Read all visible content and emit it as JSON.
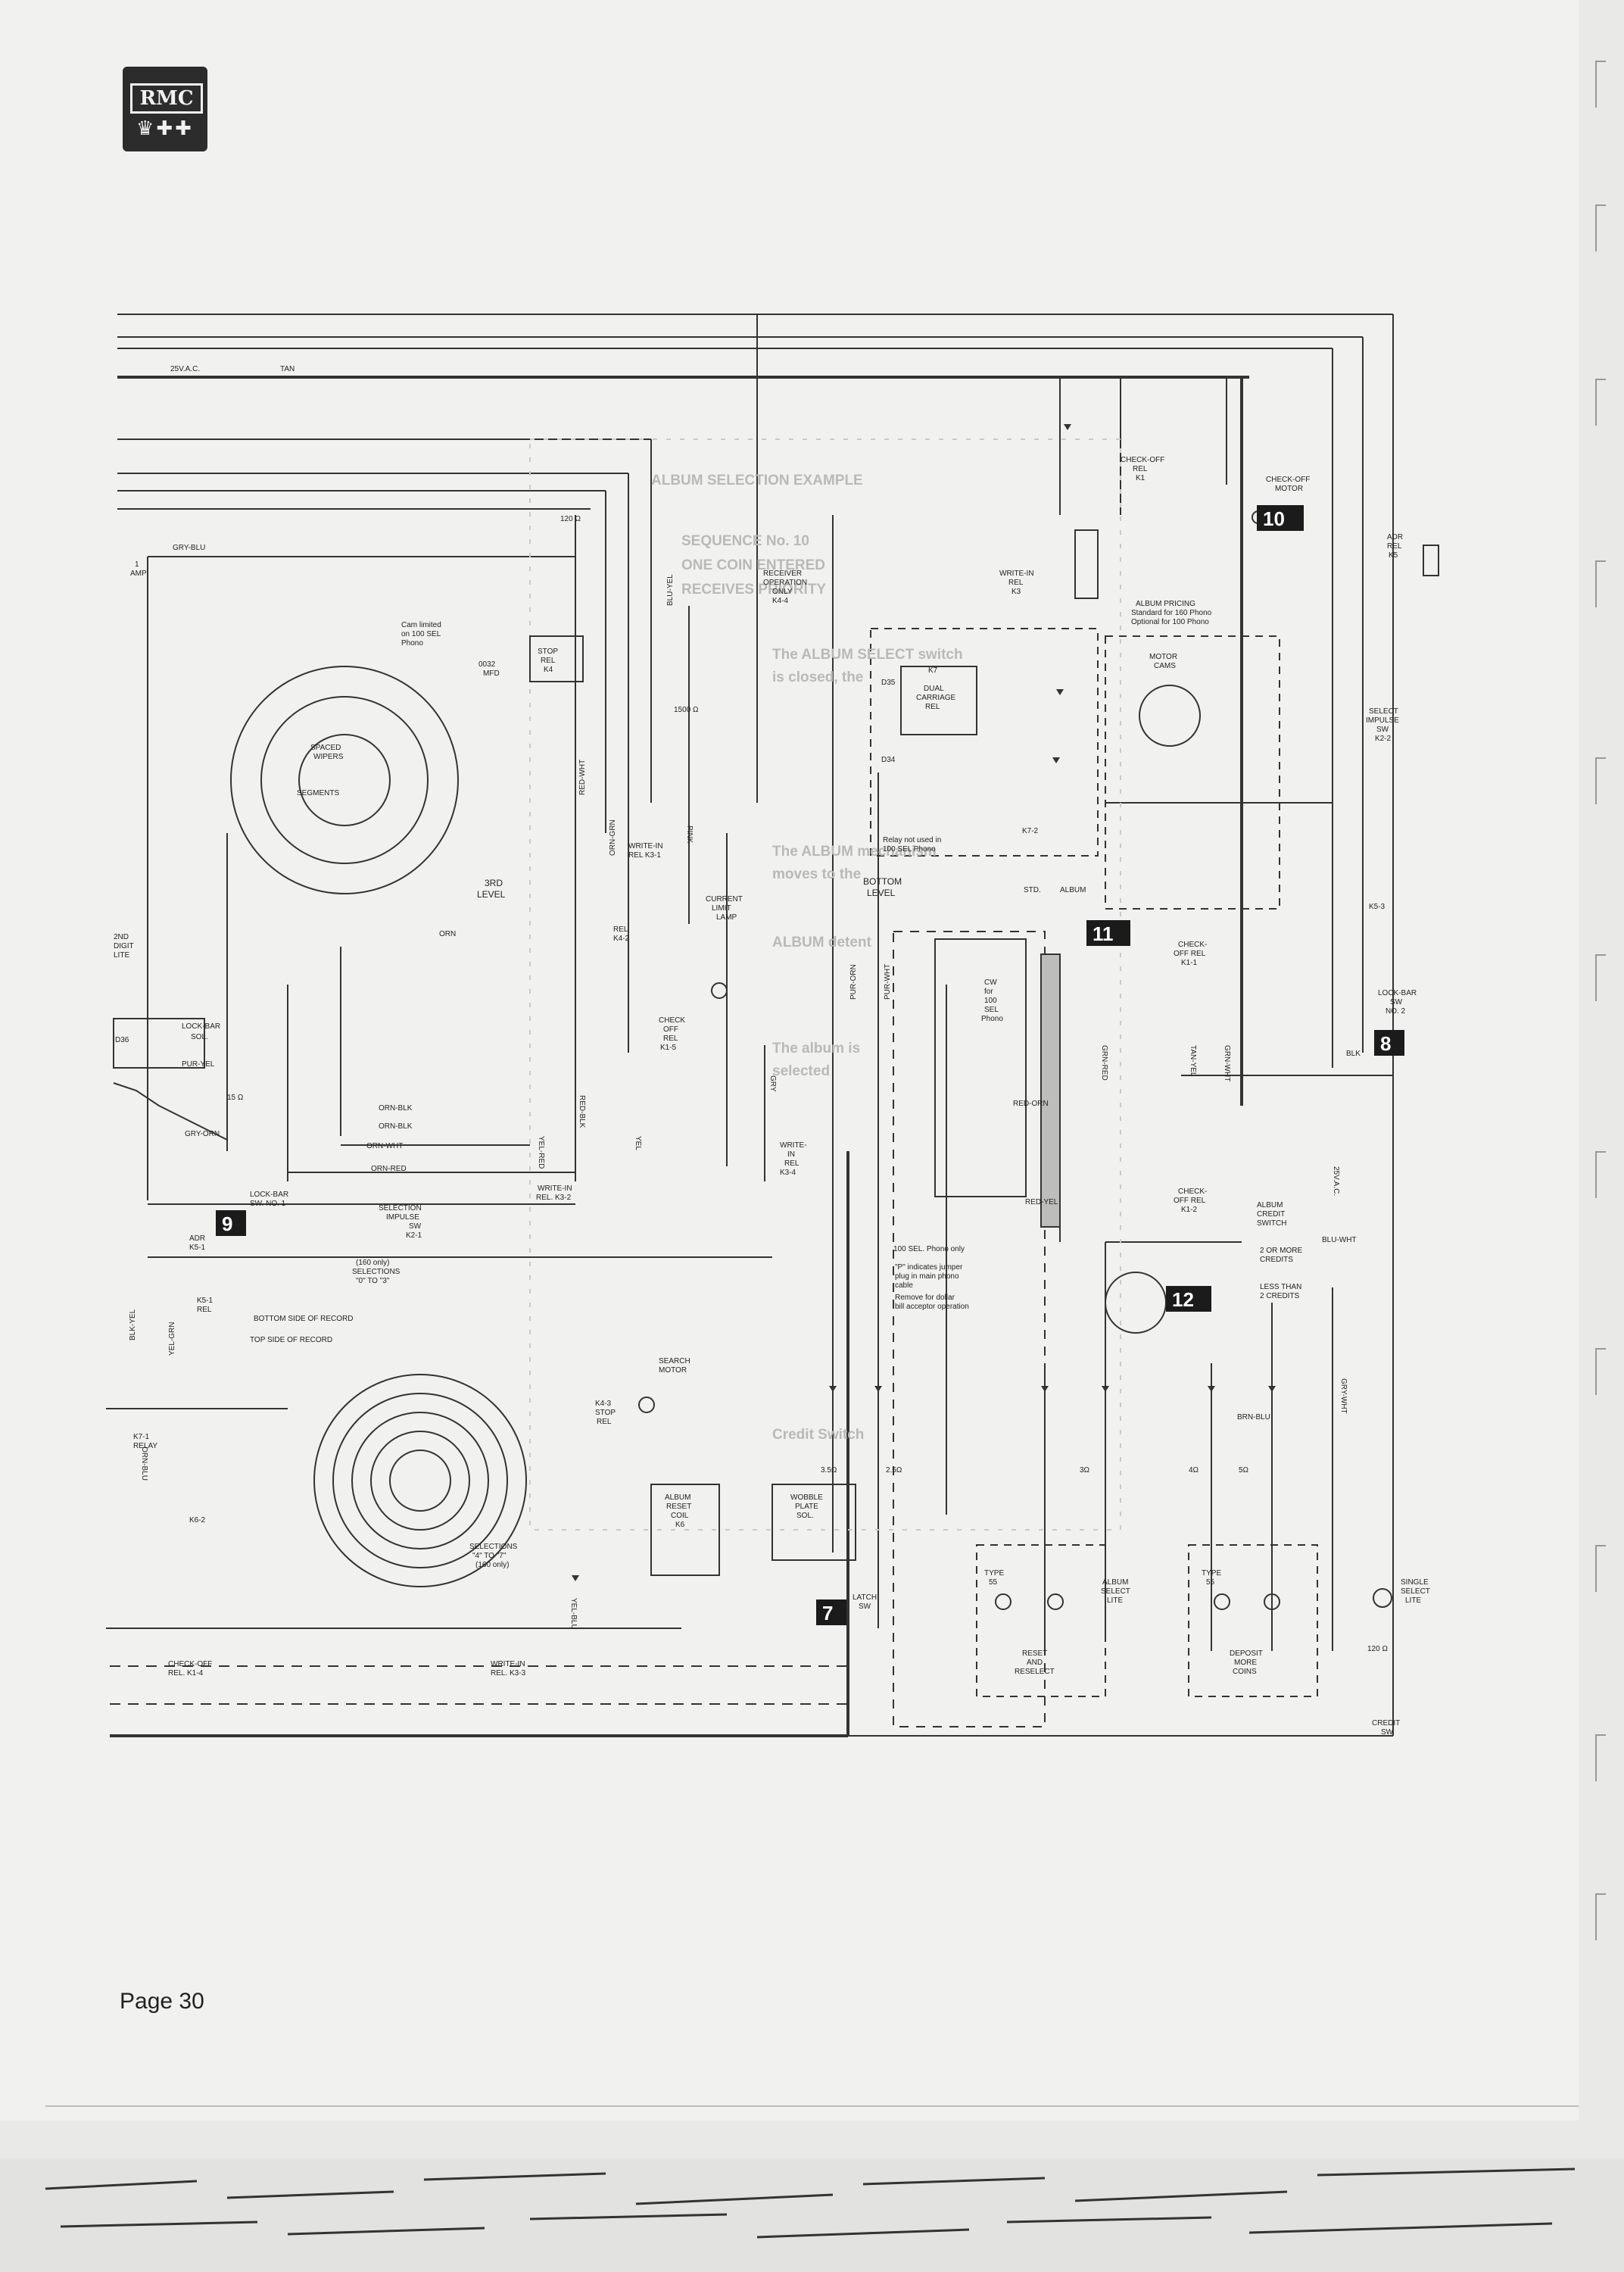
{
  "header": {
    "logo_text": "RMC",
    "logo_crest": "♛✚✚"
  },
  "page": {
    "number_label": "Page 30"
  },
  "faint_overlay_lines": [
    "ALBUM SELECTION EXAMPLE",
    "SEQUENCE No. 10",
    "ONE COIN ENTERED",
    "RECEIVES PRIORITY",
    "The ALBUM SELECT switch",
    "is closed, the",
    "The ALBUM mechanism",
    "moves to the",
    "ALBUM detent",
    "The album is",
    "selected",
    "Credit Switch"
  ],
  "callouts": [
    "7",
    "8",
    "9",
    "10",
    "11",
    "12"
  ],
  "supply": {
    "left_label": "25V.A.C.",
    "wire_label": "TAN",
    "right_label": "25V.A.C."
  },
  "components": {
    "amp": [
      "1",
      "AMP"
    ],
    "gry_blu": "GRY-BLU",
    "stop_rel_k4": [
      "STOP",
      "REL",
      "K4"
    ],
    "cap_0032": [
      "0032",
      "MFD"
    ],
    "res_120_a": "120 Ω",
    "res_1500": "1500 Ω",
    "receiver_op": [
      "RECEIVER",
      "OPERATION",
      "ONLY",
      "K4-4"
    ],
    "write_in_k3": [
      "WRITE-IN",
      "REL",
      "K3"
    ],
    "check_off_rel_k1": [
      "CHECK-OFF",
      "REL",
      "K1"
    ],
    "check_off_motor": [
      "CHECK-OFF",
      "MOTOR"
    ],
    "adr_rel_k5": [
      "ADR",
      "REL",
      "K5"
    ],
    "album_pricing": [
      "ALBUM PRICING",
      "Standard for 160 Phono",
      "Optional for 100 Phono"
    ],
    "motor_cams": [
      "MOTOR",
      "CAMS"
    ],
    "dual_carriage": [
      "K7",
      "DUAL",
      "CARRIAGE",
      "REL"
    ],
    "d35": "D35",
    "d34": "D34",
    "select_impulse_k2_2": [
      "SELECT",
      "IMPULSE",
      "SW",
      "K2-2"
    ],
    "spaced_wipers": [
      "SPACED",
      "WIPERS"
    ],
    "segments": "SEGMENTS",
    "cam_note_top": [
      "Cam limited",
      "on 100 SEL",
      "Phono"
    ],
    "write_in_k3_1": [
      "WRITE-IN",
      "REL K3-1"
    ],
    "current_limit_lamp": [
      "CURRENT",
      "LIMIT",
      "LAMP"
    ],
    "rel_k4_2": [
      "REL",
      "K4-2"
    ],
    "third_level": [
      "3RD",
      "LEVEL"
    ],
    "bottom_level": [
      "BOTTOM",
      "LEVEL"
    ],
    "std_album": [
      "STD.",
      "ALBUM"
    ],
    "relay_not_used": [
      "Relay not used in",
      "100 SEL Phono"
    ],
    "k7_2": "K7-2",
    "check_off_rel_k1_1": [
      "CHECK-",
      "OFF REL",
      "K1-1"
    ],
    "check_off_rel_k1_5": [
      "CHECK",
      "OFF",
      "REL",
      "K1-5"
    ],
    "k5_3": "K5-3",
    "lock_bar_sw2": [
      "LOCK-BAR",
      "SW",
      "NO. 2"
    ],
    "second_digit_lite": [
      "2ND",
      "DIGIT",
      "LITE"
    ],
    "lock_bar_sol": [
      "LOCK-BAR",
      "SOL."
    ],
    "d36": "D36",
    "pur_yel": "PUR-YEL",
    "res_15": "15 Ω",
    "gry_orn": "GRY-ORN",
    "lock_bar_sw1": [
      "LOCK-BAR",
      "SW. NO. 1"
    ],
    "wire_labels": [
      "ORN",
      "ORN-GRN",
      "ORN-WHT",
      "ORN-RED",
      "ORN-BLK",
      "RED-WHT",
      "YEL-RED",
      "YEL",
      "GRY",
      "PINK",
      "BLU-YEL",
      "TAN-YEL",
      "GRN-WHT",
      "GRN-RED",
      "PUR-ORN",
      "PUR-WHT",
      "BLK",
      "YEL-BLU",
      "RED-BLK",
      "RED-YEL",
      "RED-ORN",
      "BLU-WHT",
      "BRN-BLU",
      "GRY-WHT",
      "ORN-BLU",
      "BLK-YEL",
      "YEL-GRN",
      "ORN-BLK"
    ],
    "write_in_k3_2": [
      "WRITE-IN",
      "REL. K3-2"
    ],
    "write_in_k3_4": [
      "WRITE-",
      "IN",
      "REL",
      "K3-4"
    ],
    "selection_impulse": [
      "SELECTION",
      "IMPULSE",
      "SW",
      "K2-1"
    ],
    "adr_k5_1": [
      "ADR",
      "K5-1"
    ],
    "selections_0_3": [
      "(160 only)",
      "SELECTIONS",
      "\"0\" TO \"3\""
    ],
    "selections_4_7": [
      "SELECTIONS",
      "\"4\" TO \"7\"",
      "(160 only)"
    ],
    "k5_1_rel": [
      "K5-1",
      "REL"
    ],
    "bottom_side": "BOTTOM SIDE OF RECORD",
    "top_side": "TOP SIDE OF RECORD",
    "k7_1_relay": [
      "K7-1",
      "RELAY"
    ],
    "k6_2": "K6-2",
    "k4_3_stop": [
      "K4-3",
      "STOP",
      "REL"
    ],
    "search_motor": [
      "SEARCH",
      "MOTOR"
    ],
    "album_reset": [
      "ALBUM",
      "RESET",
      "COIL",
      "K6"
    ],
    "wobble_plate": [
      "WOBBLE",
      "PLATE",
      "SOL."
    ],
    "latch_sw": [
      "LATCH",
      "SW"
    ],
    "type_55": [
      "TYPE",
      "55"
    ],
    "album_select_lite": [
      "ALBUM",
      "SELECT",
      "LITE"
    ],
    "reset_reselect": [
      "RESET",
      "AND",
      "RESELECT"
    ],
    "deposit_more": [
      "DEPOSIT",
      "MORE",
      "COINS"
    ],
    "single_select_lite": [
      "SINGLE",
      "SELECT",
      "LITE"
    ],
    "credit_sw": [
      "CREDIT",
      "SW"
    ],
    "album_credit_switch": [
      "ALBUM",
      "CREDIT",
      "SWITCH"
    ],
    "two_or_more": [
      "2 OR MORE",
      "CREDITS"
    ],
    "less_than_two": [
      "LESS THAN",
      "2 CREDITS"
    ],
    "check_off_k1_2": [
      "CHECK-",
      "OFF REL",
      "K1-2"
    ],
    "check_off_k1_4": [
      "CHECK-OFF",
      "REL. K1-4"
    ],
    "write_in_k3_3": [
      "WRITE-IN",
      "REL. K3-3"
    ],
    "phono_notes": [
      "100 SEL. Phono only",
      "\"P\" indicates jumper",
      "plug in main phono",
      "cable",
      "Remove for dollar",
      "bill acceptor operation"
    ],
    "cw_for_100": [
      "CW",
      "for",
      "100",
      "SEL",
      "Phono"
    ],
    "res_values": [
      "2.5Ω",
      "3Ω",
      "4Ω",
      "5Ω",
      "3.5Ω",
      "120 Ω"
    ]
  }
}
